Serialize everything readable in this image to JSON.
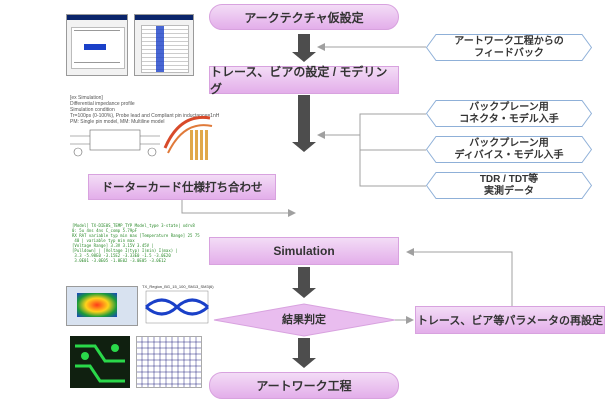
{
  "nodes": {
    "architecture": "アークテクチャ仮設定",
    "trace_via_modeling": "トレース、ビアの設定 / モデリング",
    "daughter_card": "ドーターカード仕様打ち合わせ",
    "simulation": "Simulation",
    "decision": "結果判定",
    "reconfigure": "トレース、ビア等パラメータの再設定",
    "artwork": "アートワーク工程"
  },
  "inputs": [
    {
      "line1": "アートワーク工程からの",
      "line2": "フィードバック"
    },
    {
      "line1": "バックプレーン用",
      "line2": "コネクタ・モデル入手"
    },
    {
      "line1": "バックプレーン用",
      "line2": "ディバイス・モデル入手"
    },
    {
      "line1": "TDR / TDT等",
      "line2": "実測データ"
    }
  ],
  "thumbnails": {
    "pcb_caption": "[ex Simulation]\nDifferential impedance profile\nSimulation condition\nTr=100ps (0-100%), Probe lead and Compliant pin inductance=1nH\nPM: Single pin model, MM: Multiline model",
    "sim_log": "[Model] TX-DIE0S_TEMP_TYP Model_type 3-state| xdrv8\n0: 5u 4ns 4ns C_comp 5.79pF\nRX RAT variable typ min max [Temperature Range] 25 75\n 40 | variable typ min max\n[Voltage Range] 3.3V 3.15V 3.45V |\n[Pulldown] | [Voltage I(typ) I(min) I(max) |\n 3.3 -5.98E0 -3.15E2 -3.33E0 -1.5 -3.0E20\n 3.0E01 -3.0E05 -1.0E02 -3.0E05 -3.0E12",
    "eye_title": "TX_Region_BG_15_100_SM13_SM3(6)"
  },
  "colors": {
    "box_top": "#f3dcf6",
    "box_bottom": "#e3aeea",
    "arrow": "#4d4d4d",
    "input_border": "#8fb0d8",
    "input_fill": "#ffffff",
    "connector": "#a0a0a0"
  }
}
